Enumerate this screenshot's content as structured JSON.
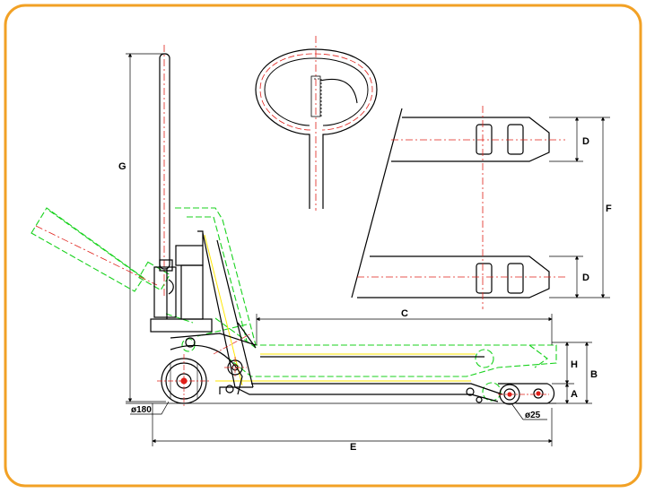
{
  "colors": {
    "frame": "#f2a125",
    "outline": "#000000",
    "center": "#e0201a",
    "ghost": "#19d21e",
    "tint": "#ffe600"
  },
  "dimensions": {
    "g": "G",
    "c": "C",
    "d_top": "D",
    "d_bottom": "D",
    "f": "F",
    "h": "H",
    "b": "B",
    "a": "A",
    "e": "E",
    "wheel_dia": "ø180",
    "roller_dia": "ø25"
  }
}
